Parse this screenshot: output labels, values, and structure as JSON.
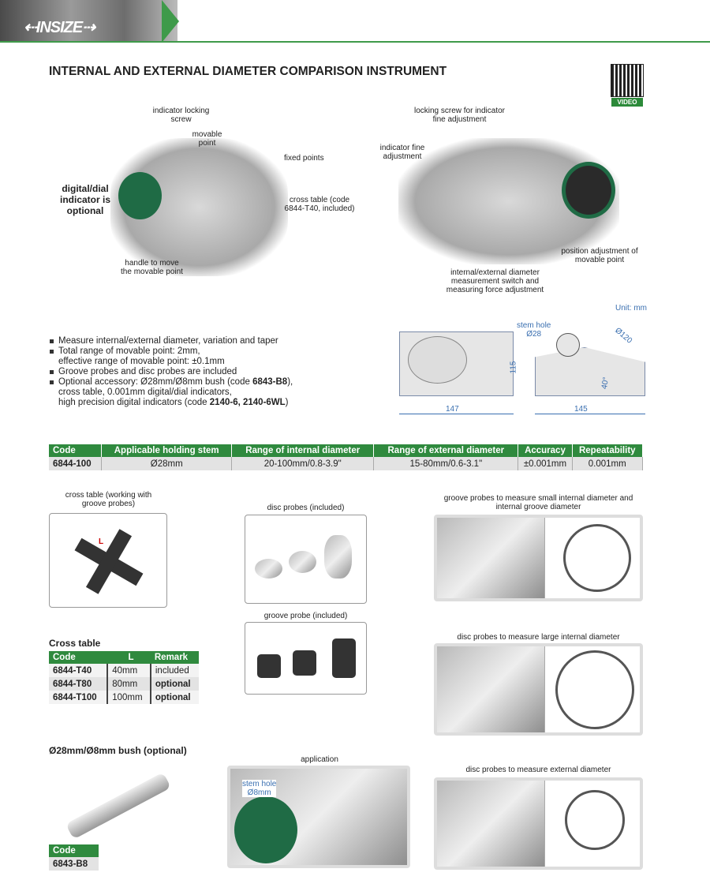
{
  "header": {
    "brand": "INSIZE",
    "title": "INTERNAL AND EXTERNAL DIAMETER COMPARISON INSTRUMENT",
    "qr_label": "VIDEO"
  },
  "photo_left": {
    "optional_note": "digital/dial indicator is optional",
    "labels": [
      "indicator locking screw",
      "movable point",
      "fixed points",
      "cross table (code 6844-T40, included)",
      "handle to move the movable point"
    ]
  },
  "photo_right": {
    "labels": [
      "locking screw for indicator fine adjustment",
      "indicator fine adjustment",
      "position adjustment of movable point",
      "internal/external diameter measurement switch and measuring force adjustment"
    ]
  },
  "features": [
    "Measure internal/external diameter, variation and taper",
    "Total range of movable point: 2mm,",
    "effective range of movable point: ±0.1mm",
    "Groove probes and disc probes are included",
    "Optional accessory: Ø28mm/Ø8mm bush (code ",
    "6843-B8",
    "),",
    "cross table, 0.001mm digital/dial indicators,",
    "high precision digital indicators (code ",
    "2140-6, 2140-6WL",
    ")"
  ],
  "drawing": {
    "unit": "Unit: mm",
    "width_front": "147",
    "height": "115",
    "stem_hole": "stem hole",
    "stem_dia": "Ø28",
    "dia": "Ø120",
    "angle": "40°",
    "width_side": "145"
  },
  "spec_table": {
    "headers": [
      "Code",
      "Applicable holding stem",
      "Range of internal diameter",
      "Range of external diameter",
      "Accuracy",
      "Repeatability"
    ],
    "rows": [
      [
        "6844-100",
        "Ø28mm",
        "20-100mm/0.8-3.9\"",
        "15-80mm/0.6-3.1\"",
        "±0.001mm",
        "0.001mm"
      ]
    ]
  },
  "captions": {
    "cross_table": "cross table (working with groove probes)",
    "disc_probes": "disc probes (included)",
    "groove_probe": "groove probe (included)",
    "groove_measure": "groove probes to measure small internal diameter and internal groove diameter",
    "disc_large": "disc probes to measure large internal diameter",
    "disc_external": "disc probes to measure external diameter",
    "application": "application",
    "app_stem": "stem hole",
    "app_dia": "Ø8mm",
    "cross_L": "L"
  },
  "cross_table": {
    "title": "Cross table",
    "headers": [
      "Code",
      "L",
      "Remark"
    ],
    "rows": [
      [
        "6844-T40",
        "40mm",
        "included"
      ],
      [
        "6844-T80",
        "80mm",
        "optional"
      ],
      [
        "6844-T100",
        "100mm",
        "optional"
      ]
    ]
  },
  "bush": {
    "title": "Ø28mm/Ø8mm bush (optional)",
    "code_header": "Code",
    "code": "6843-B8"
  }
}
